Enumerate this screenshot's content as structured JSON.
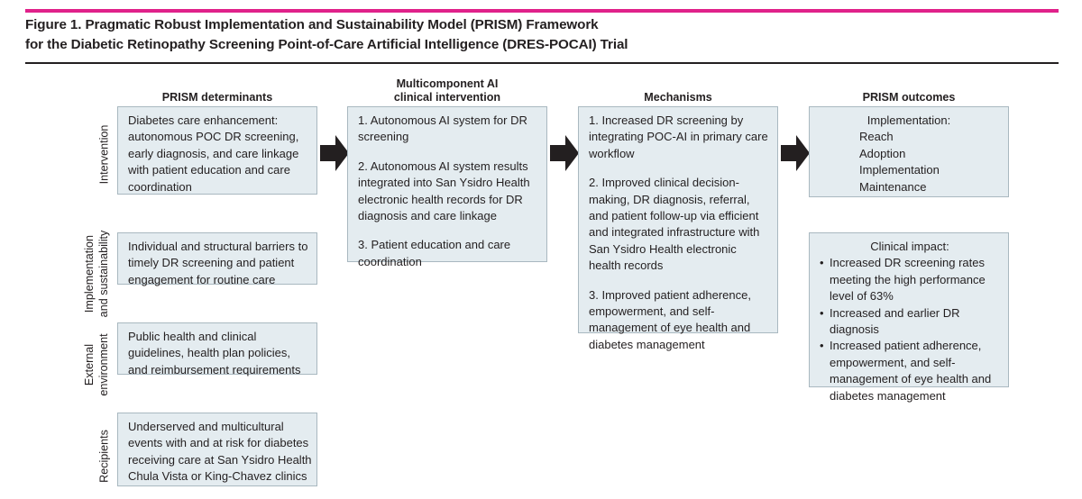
{
  "figure": {
    "title_line1": "Figure 1. Pragmatic Robust Implementation and Sustainability Model (PRISM) Framework",
    "title_line2": "for the Diabetic Retinopathy Screening Point-of-Care Artificial Intelligence (DRES-POCAI) Trial",
    "accent_color": "#e0218a",
    "rule_color": "#231f20",
    "box_fill": "#e4ecf0",
    "box_border": "#a9b8c0",
    "arrow_color": "#231f20"
  },
  "columns": [
    {
      "label": "PRISM determinants"
    },
    {
      "label_line1": "Multicomponent AI",
      "label_line2": "clinical intervention"
    },
    {
      "label": "Mechanisms"
    },
    {
      "label": "PRISM outcomes"
    }
  ],
  "row_labels": [
    {
      "line1": "Intervention"
    },
    {
      "line1": "Implementation",
      "line2": "and sustainability"
    },
    {
      "line1": "External",
      "line2": "environment"
    },
    {
      "line1": "Recipients"
    }
  ],
  "determinants": {
    "intervention": "Diabetes care enhancement: autonomous POC DR screening, early diagnosis, and care linkage with patient education and care coordination",
    "implementation": "Individual and structural barriers to timely DR screening and patient engagement for routine care",
    "external": "Public health and clinical guidelines, health plan policies, and reimbursement requirements",
    "recipients": "Underserved and multicultural events with and at risk for diabetes receiving care at San Ysidro Health Chula Vista or King-Chavez clinics"
  },
  "intervention_box": {
    "item1": "1. Autonomous AI system for DR screening",
    "item2": "2. Autonomous AI system results integrated into San Ysidro Health electronic health records for DR diagnosis and care linkage",
    "item3": "3. Patient education and care coordination"
  },
  "mechanisms_box": {
    "item1": "1. Increased DR screening by integrating POC-AI in primary care workflow",
    "item2": "2. Improved clinical decision-making, DR diagnosis, referral, and patient follow-up via efficient and integrated infrastructure with San Ysidro Health electronic health records",
    "item3": "3. Improved patient adherence, empowerment, and self-management of eye health and diabetes management"
  },
  "outcomes_implementation": {
    "heading": "Implementation:",
    "items": [
      "Reach",
      "Adoption",
      "Implementation",
      "Maintenance"
    ]
  },
  "outcomes_clinical": {
    "heading": "Clinical impact:",
    "items": [
      "Increased DR screening rates meeting the high performance level of 63%",
      "Increased and earlier DR diagnosis",
      "Increased patient adherence, empowerment, and self-management of eye health and diabetes management"
    ]
  },
  "arrows": [
    {
      "name": "arrow-determinants-to-intervention"
    },
    {
      "name": "arrow-intervention-to-mechanisms"
    },
    {
      "name": "arrow-mechanisms-to-outcomes"
    }
  ]
}
